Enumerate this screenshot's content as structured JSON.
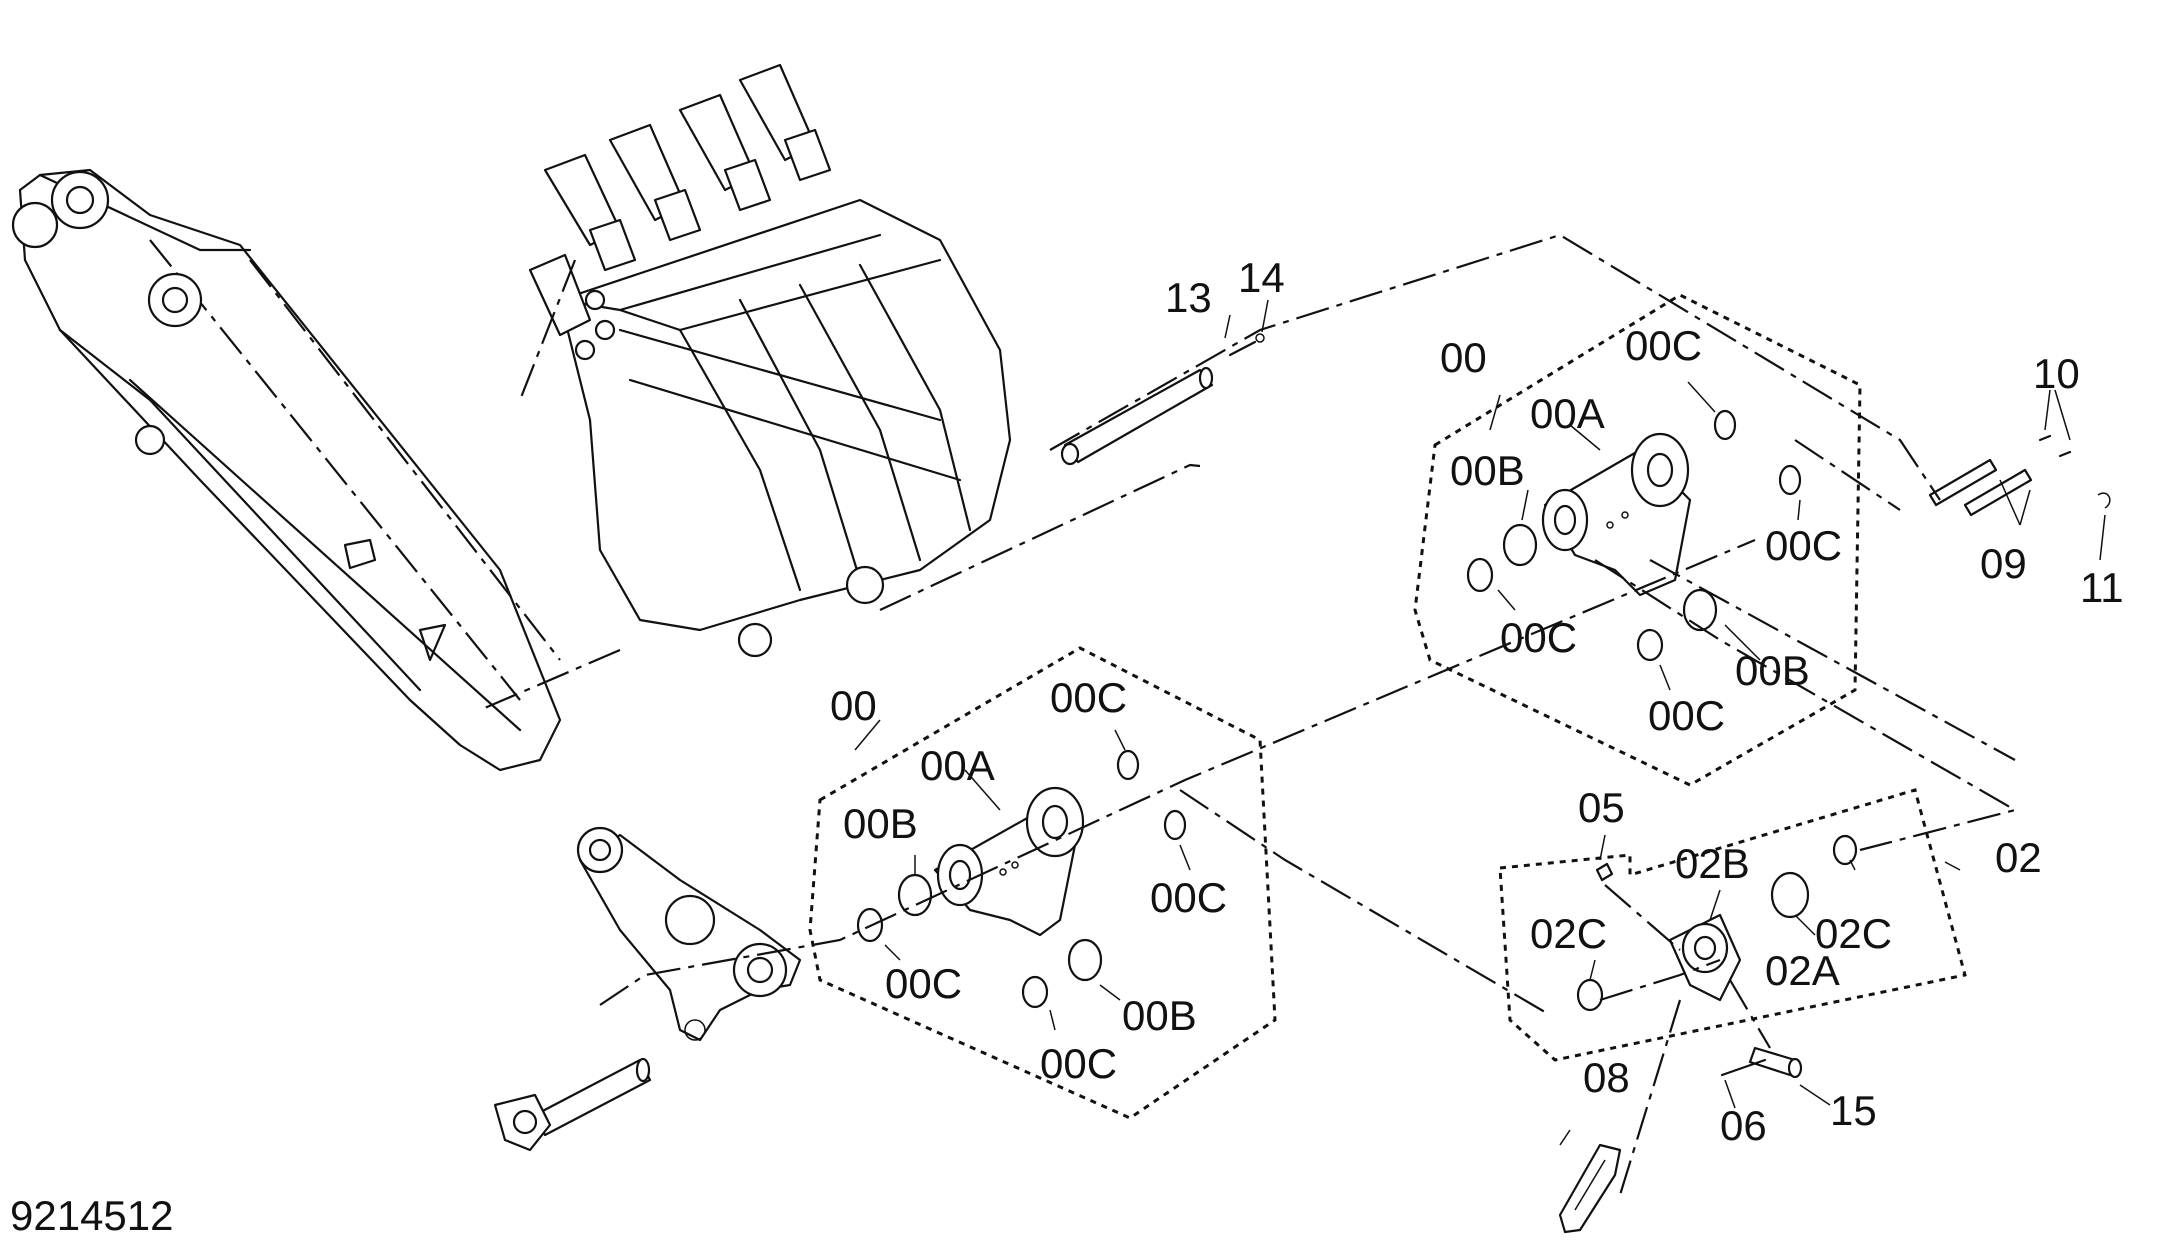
{
  "diagram": {
    "drawing_number": "9214512",
    "callouts": {
      "c13": "13",
      "c14": "14",
      "g1_00": "00",
      "g1_00A": "00A",
      "g1_00B_left": "00B",
      "g1_00B_right": "00B",
      "g1_00C_top": "00C",
      "g1_00C_right": "00C",
      "g1_00C_bottom": "00C",
      "g1_00C_lower": "00C",
      "g2_00": "00",
      "g2_00A": "00A",
      "g2_00B_left": "00B",
      "g2_00B_right": "00B",
      "g2_00C_top": "00C",
      "g2_00C_right": "00C",
      "g2_00C_bottom": "00C",
      "g2_00C_lower": "00C",
      "c10": "10",
      "c09": "09",
      "c11": "11",
      "c05": "05",
      "c02": "02",
      "c02A": "02A",
      "c02B": "02B",
      "c02C_left": "02C",
      "c02C_right": "02C",
      "c08": "08",
      "c06": "06",
      "c15": "15"
    }
  }
}
